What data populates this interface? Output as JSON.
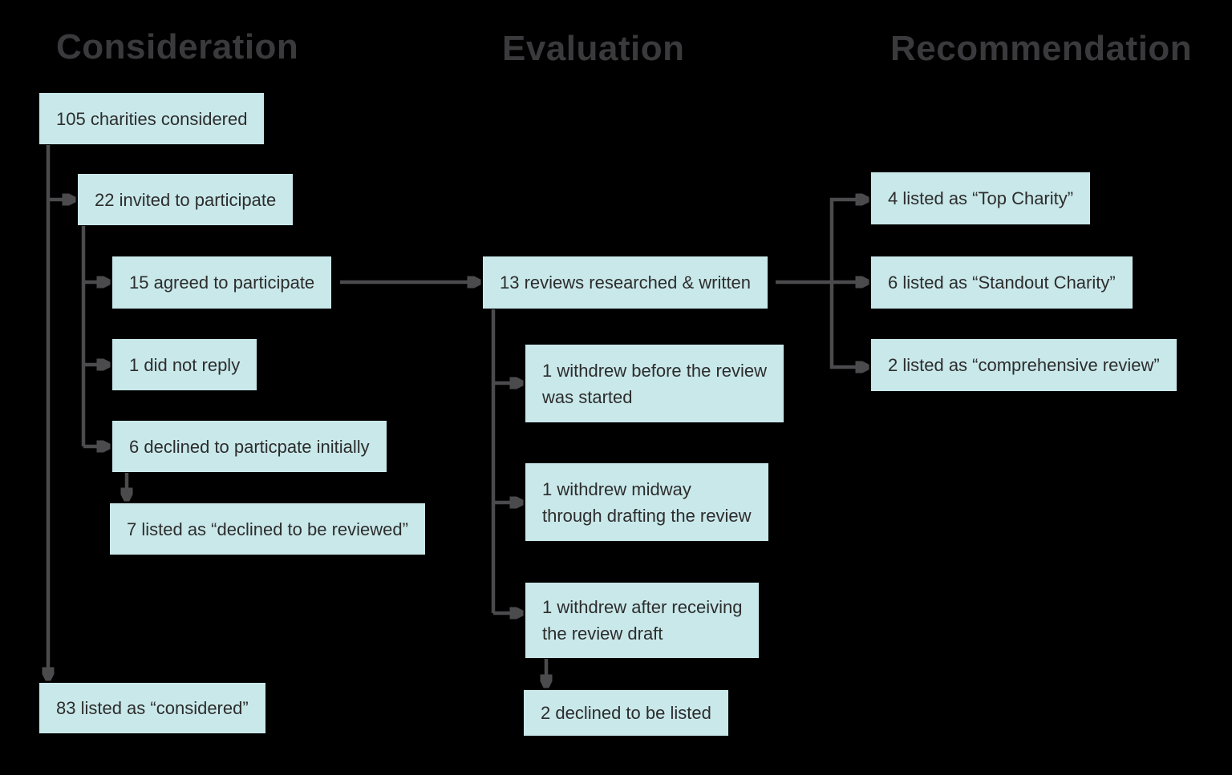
{
  "headings": {
    "consideration": "Consideration",
    "evaluation": "Evaluation",
    "recommendation": "Recommendation"
  },
  "nodes": {
    "charities_considered": "105 charities considered",
    "invited": "22 invited to participate",
    "agreed": "15 agreed to participate",
    "no_reply": "1 did not reply",
    "declined_initially": "6 declined to particpate initially",
    "listed_declined_reviewed": "7 listed as “declined to be reviewed”",
    "listed_considered": "83 listed as “considered”",
    "reviews_written": "13 reviews researched & written",
    "withdrew_before": "1 withdrew before the review\nwas started",
    "withdrew_midway": "1 withdrew midway\nthrough drafting the review",
    "withdrew_after": "1 withdrew after receiving\nthe review draft",
    "declined_listed": "2 declined to be listed",
    "top_charity": "4 listed as “Top Charity”",
    "standout_charity": "6 listed as “Standout Charity”",
    "comprehensive_review": "2 listed as “comprehensive review”"
  },
  "colors": {
    "background": "#000000",
    "node_fill": "#c9e8ea",
    "node_text": "#2d2d2d",
    "heading_text": "#3a3a3d",
    "connector": "#4b4b4d"
  }
}
